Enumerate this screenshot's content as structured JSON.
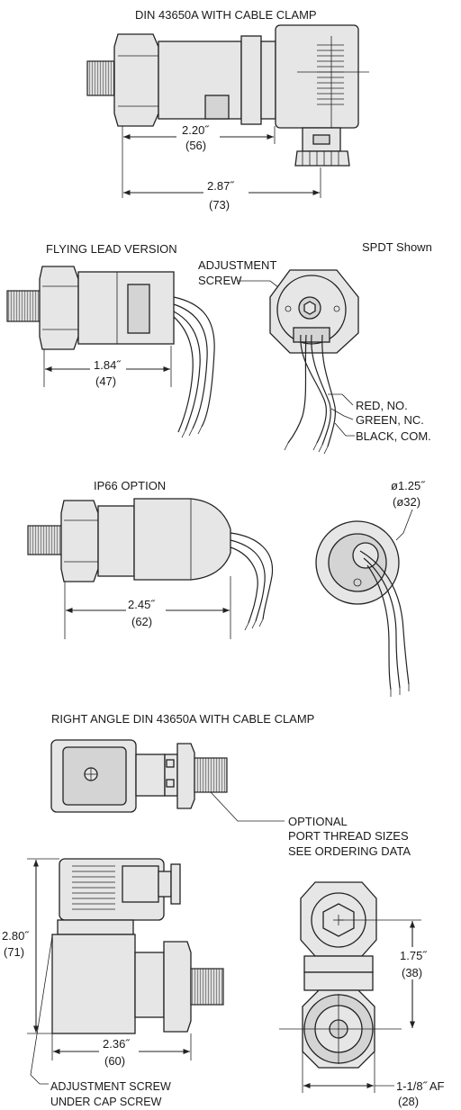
{
  "title_din": "DIN 43650A WITH CABLE CLAMP",
  "dim_din_a": "2.20˝",
  "dim_din_a_mm": "(56)",
  "dim_din_b": "2.87˝",
  "dim_din_b_mm": "(73)",
  "title_flying": "FLYING LEAD VERSION",
  "spdt_note": "SPDT Shown",
  "adjustment_line1": "ADJUSTMENT",
  "adjustment_line2": "SCREW",
  "dim_flying": "1.84˝",
  "dim_flying_mm": "(47)",
  "wire_red": "RED, NO.",
  "wire_green": "GREEN, NC.",
  "wire_black": "BLACK, COM.",
  "title_ip66": "IP66 OPTION",
  "dim_ip66": "2.45˝",
  "dim_ip66_mm": "(62)",
  "dim_dia": "ø1.25˝",
  "dim_dia_mm": "(ø32)",
  "title_right_angle": "RIGHT ANGLE DIN 43650A WITH CABLE CLAMP",
  "optional_line1": "OPTIONAL",
  "optional_line2": "PORT THREAD SIZES",
  "optional_line3": "SEE ORDERING DATA",
  "dim_height": "2.80˝",
  "dim_height_mm": "(71)",
  "dim_ra_len": "2.36˝",
  "dim_ra_len_mm": "(60)",
  "dim_175": "1.75˝",
  "dim_175_mm": "(38)",
  "dim_af": "1-1/8˝ AF",
  "dim_af_mm": "(28)",
  "adj_cap_line1": "ADJUSTMENT SCREW",
  "adj_cap_line2": "UNDER CAP SCREW"
}
